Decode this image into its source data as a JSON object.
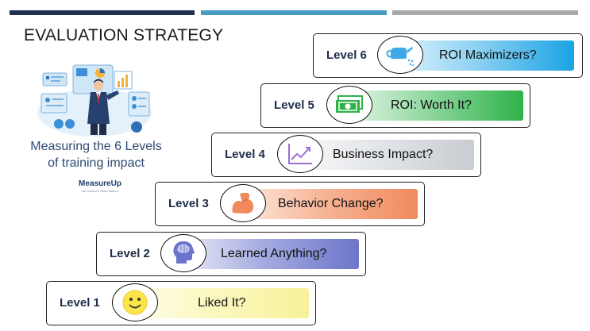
{
  "slide": {
    "title": "EVALUATION STRATEGY",
    "caption_line1": "Measuring the 6 Levels",
    "caption_line2": "of training impact",
    "logo_name": "MeasureUp",
    "logo_tagline": "we measure what matters"
  },
  "colors": {
    "bar_navy": "#1f3350",
    "bar_blue": "#4a9bc1",
    "bar_gray": "#a8a8a8",
    "level6": "#1aa3e3",
    "level5": "#2fb24a",
    "level4": "#c9cdd2",
    "level3": "#f08a5d",
    "level2": "#6c75c9",
    "level1": "#f8f29a"
  },
  "levels": [
    {
      "label": "Level 6",
      "question": "ROI Maximizers?",
      "icon": "watering-can-icon"
    },
    {
      "label": "Level 5",
      "question": "ROI: Worth It?",
      "icon": "money-icon"
    },
    {
      "label": "Level 4",
      "question": "Business Impact?",
      "icon": "growth-chart-icon"
    },
    {
      "label": "Level 3",
      "question": "Behavior Change?",
      "icon": "flexed-arm-icon"
    },
    {
      "label": "Level 2",
      "question": "Learned Anything?",
      "icon": "brain-head-icon"
    },
    {
      "label": "Level 1",
      "question": "Liked It?",
      "icon": "smiley-icon"
    }
  ]
}
